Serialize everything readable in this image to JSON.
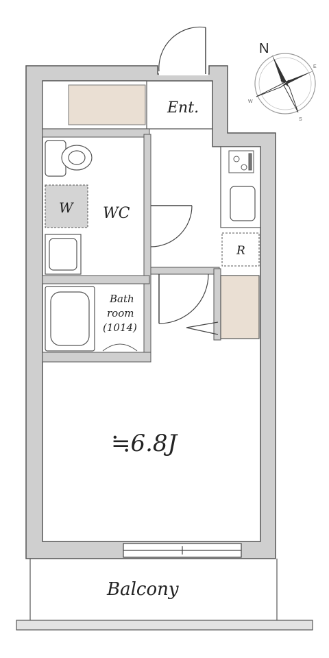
{
  "labels": {
    "entrance": "Ent.",
    "washer": "W",
    "toilet_room": "WC",
    "refrigerator": "R",
    "bath_line1": "Bath",
    "bath_line2": "room",
    "bath_line3": "(1014)",
    "main_room": "≒6.8J",
    "balcony": "Balcony"
  },
  "compass": {
    "north": "N",
    "east": "E",
    "south": "S",
    "west": "W"
  },
  "colors": {
    "wall": "#cfcfcf",
    "wall_line": "#555555",
    "closet": "#eadfd3",
    "washer": "#d4d4d4",
    "line": "#444444"
  }
}
